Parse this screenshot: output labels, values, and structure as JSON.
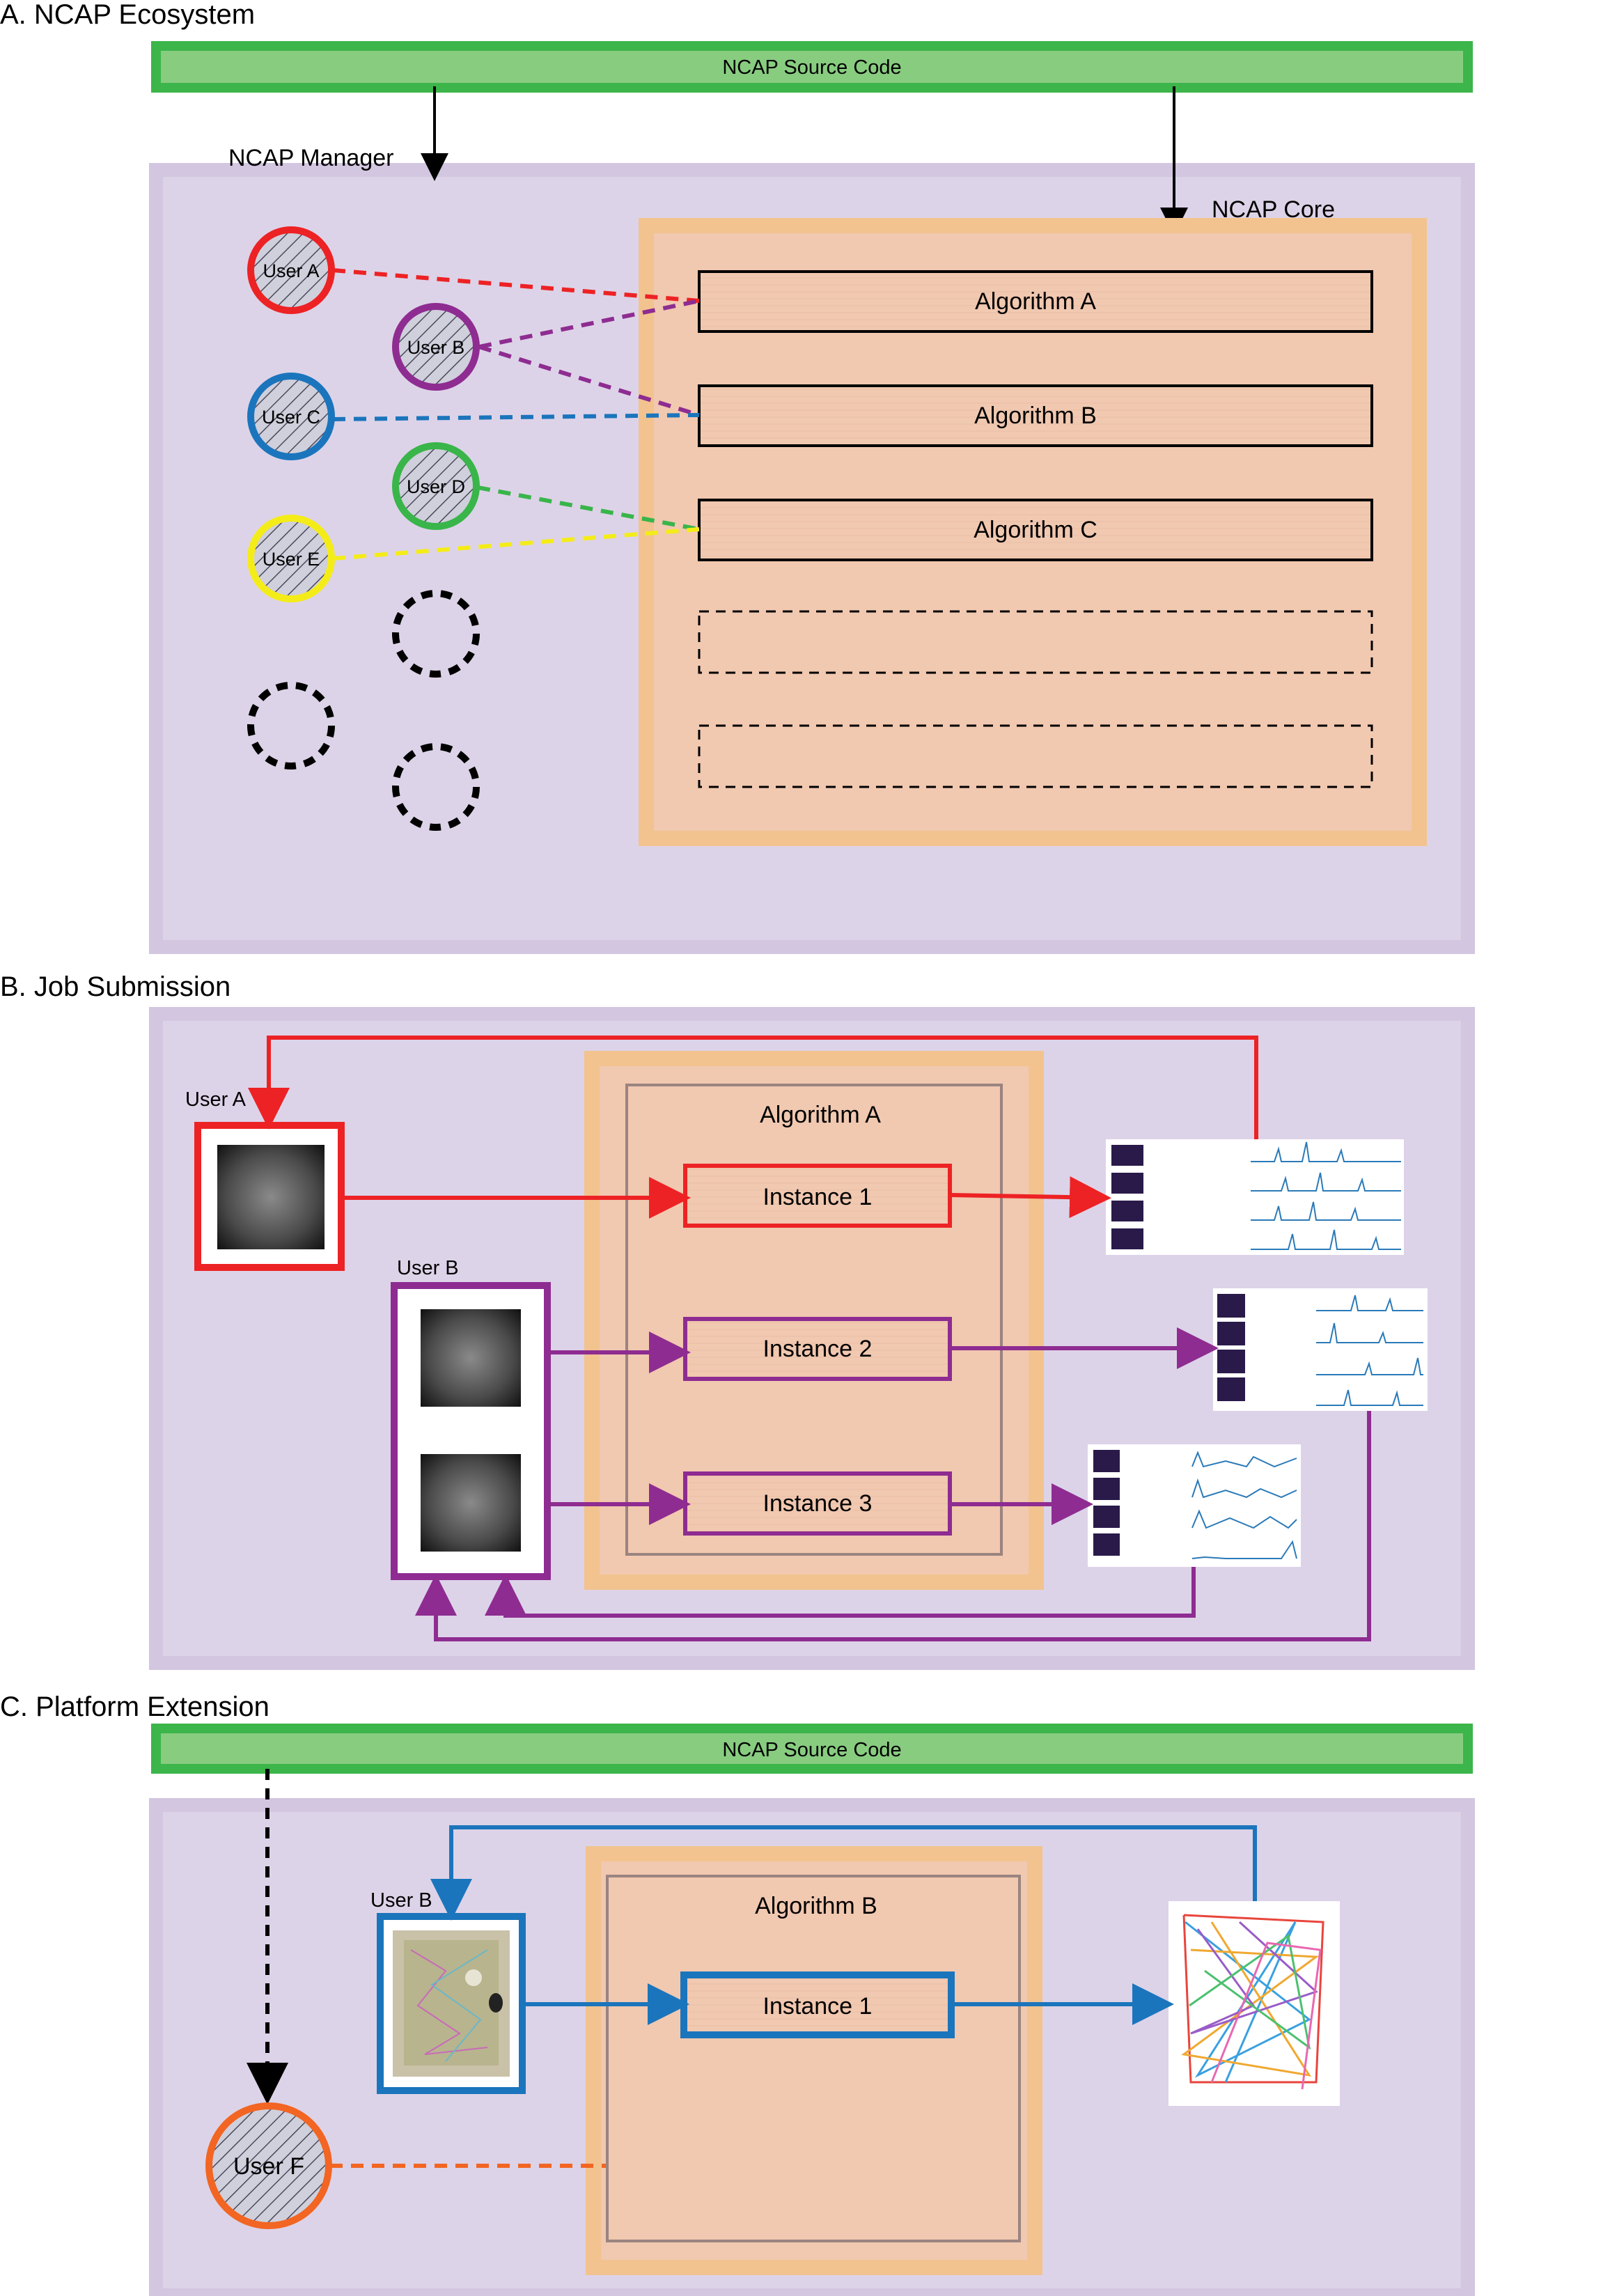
{
  "panel_a": {
    "title": "A. NCAP Ecosystem",
    "source_code": "NCAP Source Code",
    "manager": "NCAP Manager",
    "core": "NCAP Core",
    "users": [
      "User A",
      "User B",
      "User C",
      "User D",
      "User E"
    ],
    "algorithms": [
      "Algorithm A",
      "Algorithm B",
      "Algorithm C"
    ]
  },
  "panel_b": {
    "title": "B. Job Submission",
    "user_a": "User A",
    "user_b": "User B",
    "algorithm": "Algorithm A",
    "instances": [
      "Instance 1",
      "Instance 2",
      "Instance 3"
    ]
  },
  "panel_c": {
    "title": "C. Platform Extension",
    "source_code": "NCAP Source Code",
    "user_b": "User B",
    "algorithm": "Algorithm B",
    "instance": "Instance 1",
    "user_f": "User F"
  },
  "colors": {
    "green": "#3cb54a",
    "green_fill": "#88cc80",
    "lavender": "#ddd3e8",
    "lavender_border": "#d3c6e0",
    "orange_border": "#f2c38f",
    "orange_fill": "#f1c8b0",
    "red": "#ed2224",
    "purple": "#8e2c91",
    "blue": "#1b75bc",
    "green_user": "#39b54a",
    "yellow": "#f4ec18",
    "orange": "#f26522"
  }
}
